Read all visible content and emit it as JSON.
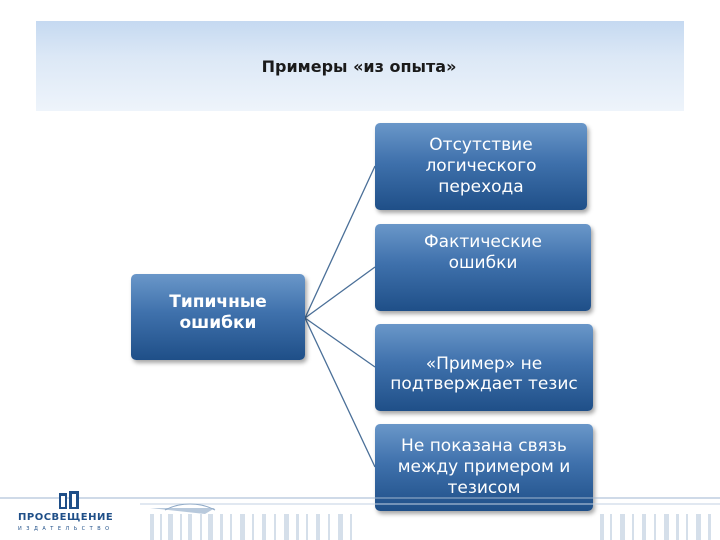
{
  "header": {
    "title": "Примеры «из опыта»"
  },
  "diagram": {
    "root": {
      "label": "Типичные\nошибки"
    },
    "children": [
      {
        "label": "Отсутствие\nлогического\nперехода"
      },
      {
        "label": "Фактические\nошибки"
      },
      {
        "label": "«Пример» не\nподтверждает тезис"
      },
      {
        "label": "Не  показана связь\nмежду примером и\nтезисом"
      }
    ]
  },
  "footer": {
    "logo_text": "ПРОСВЕЩЕНИЕ",
    "logo_sub": "ИЗДАТЕЛЬСТВО"
  },
  "colors": {
    "box_top": "#6a97c9",
    "box_bottom": "#1f4f88",
    "connector": "#4a6f98",
    "header_band": "#c5d9f1"
  }
}
